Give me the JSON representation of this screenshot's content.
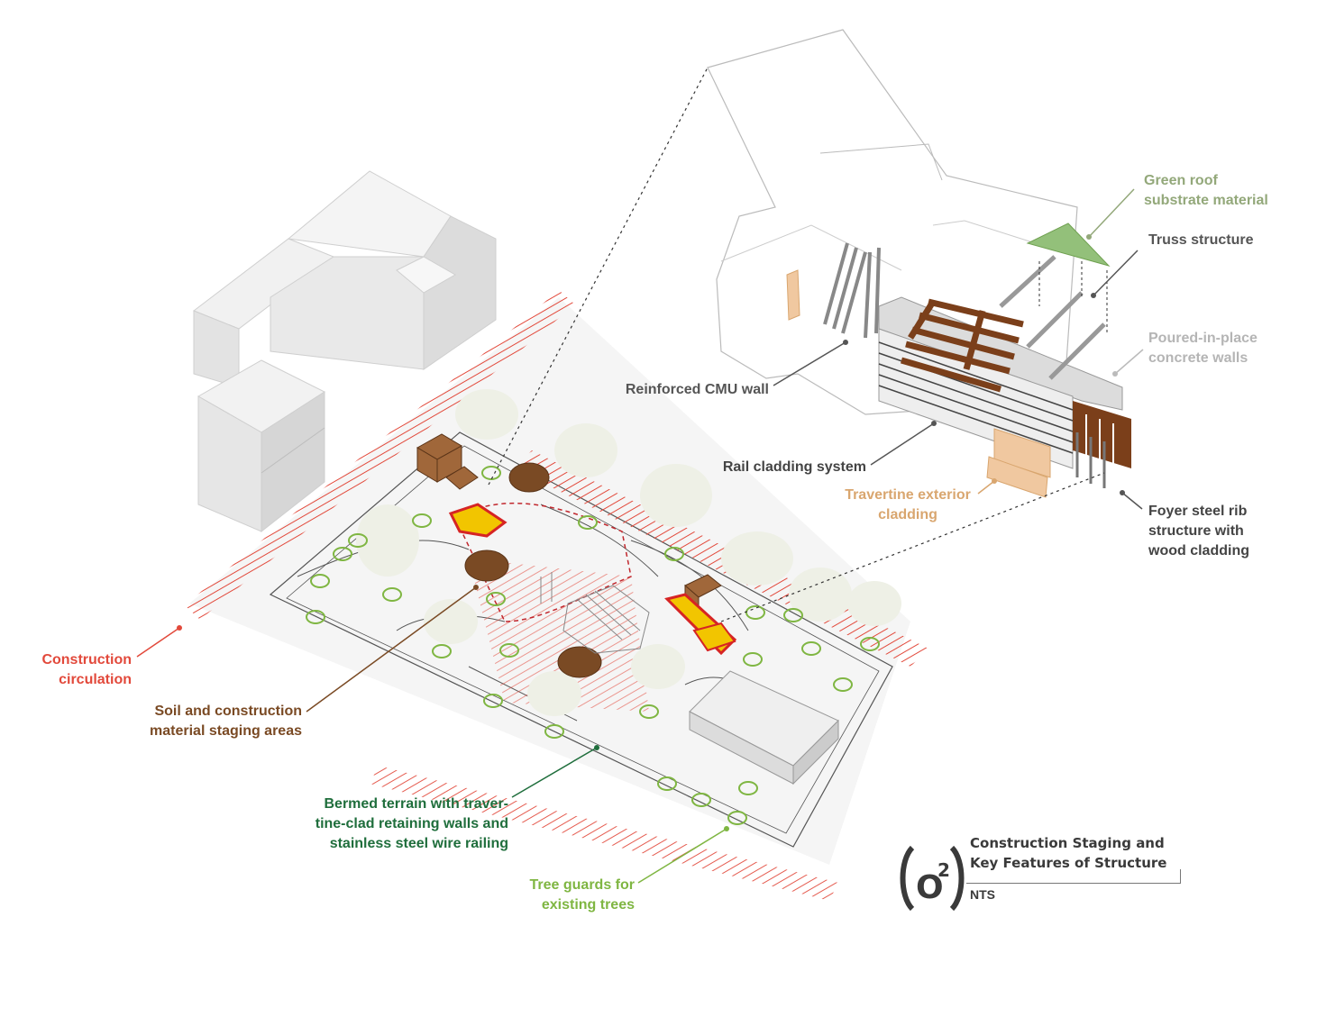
{
  "colors": {
    "construction": "#e2493b",
    "staging": "#7a4a24",
    "berm": "#1f6e3c",
    "tree_guard": "#7fb642",
    "travertine": "#d9a66f",
    "dark_label": "#444444",
    "light_label": "#b5b5b5",
    "green_roof": "#93c07a",
    "wood": "#7b3f1a"
  },
  "labels": {
    "construction_circulation": "Construction\ncirculation",
    "staging_areas": "Soil and construction\nmaterial staging areas",
    "bermed_terrain": "Bermed terrain with traver-\ntine-clad retaining walls and\nstainless steel wire railing",
    "tree_guards": "Tree guards for\nexisting trees",
    "reinforced_cmu": "Reinforced CMU wall",
    "rail_cladding": "Rail cladding system",
    "travertine": "Travertine exterior\ncladding",
    "green_roof": "Green roof\nsubstrate material",
    "truss": "Truss structure",
    "poured_concrete": "Poured-in-place\nconcrete walls",
    "foyer_rib": "Foyer steel rib\nstructure with\nwood cladding"
  },
  "title_block": {
    "mark_base": "O",
    "mark_exponent": "2",
    "title": "Construction Staging and\nKey Features of Structure",
    "scale": "NTS"
  }
}
